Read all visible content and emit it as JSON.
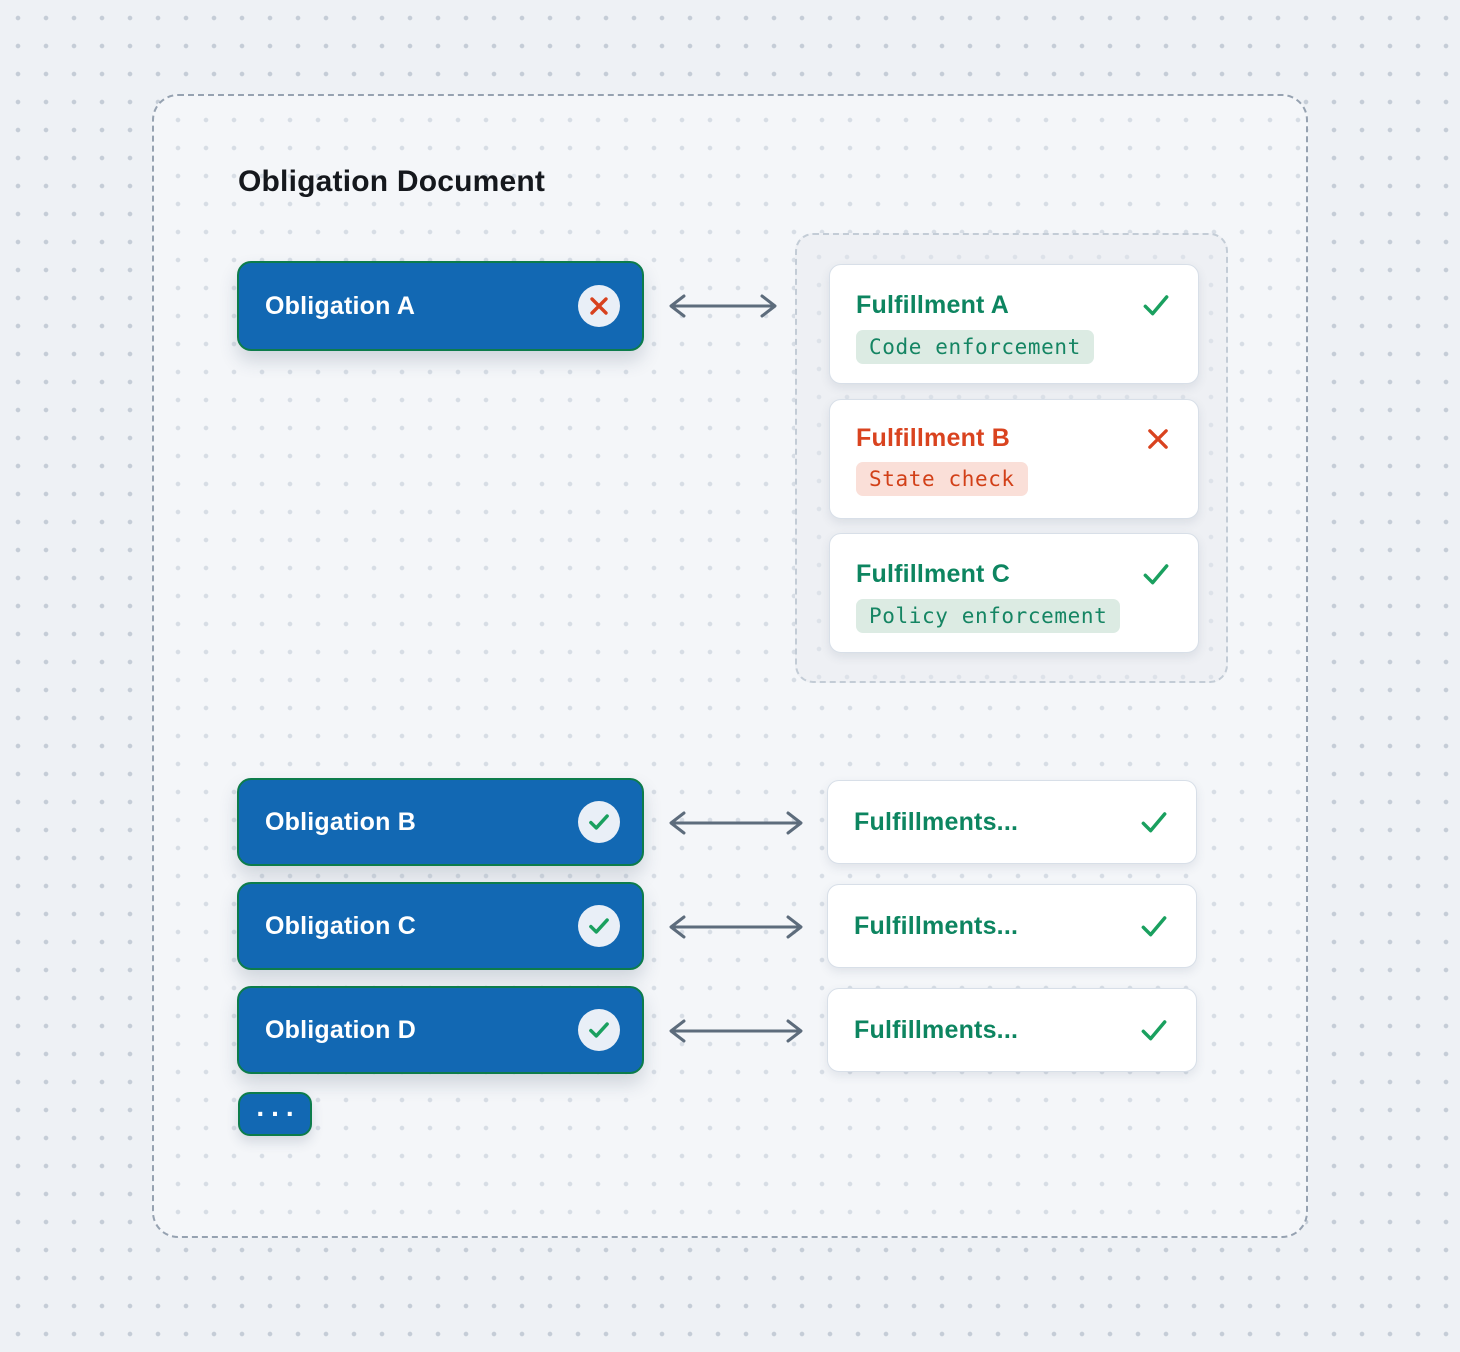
{
  "title": "Obligation Document",
  "obligations": [
    {
      "label": "Obligation A",
      "status": "fail"
    },
    {
      "label": "Obligation B",
      "status": "pass"
    },
    {
      "label": "Obligation C",
      "status": "pass"
    },
    {
      "label": "Obligation D",
      "status": "pass"
    }
  ],
  "ellipsis": {
    "label": "..."
  },
  "fulfillment_cards": [
    {
      "title": "Fulfillment A",
      "badge": "Code enforcement",
      "status": "pass"
    },
    {
      "title": "Fulfillment B",
      "badge": "State check",
      "status": "fail"
    },
    {
      "title": "Fulfillment C",
      "badge": "Policy enforcement",
      "status": "pass"
    }
  ],
  "fulfillment_rows": [
    {
      "label": "Fulfillments...",
      "status": "pass"
    },
    {
      "label": "Fulfillments...",
      "status": "pass"
    },
    {
      "label": "Fulfillments...",
      "status": "pass"
    }
  ],
  "colors": {
    "node_blue": "#1268b3",
    "node_border_green": "#0d7c4b",
    "pass_green": "#0d8560",
    "fail_red": "#d9431f",
    "badge_pass_bg": "#dcebe3",
    "badge_fail_bg": "#fadfd8",
    "arrow_gray": "#5d6c7c"
  }
}
